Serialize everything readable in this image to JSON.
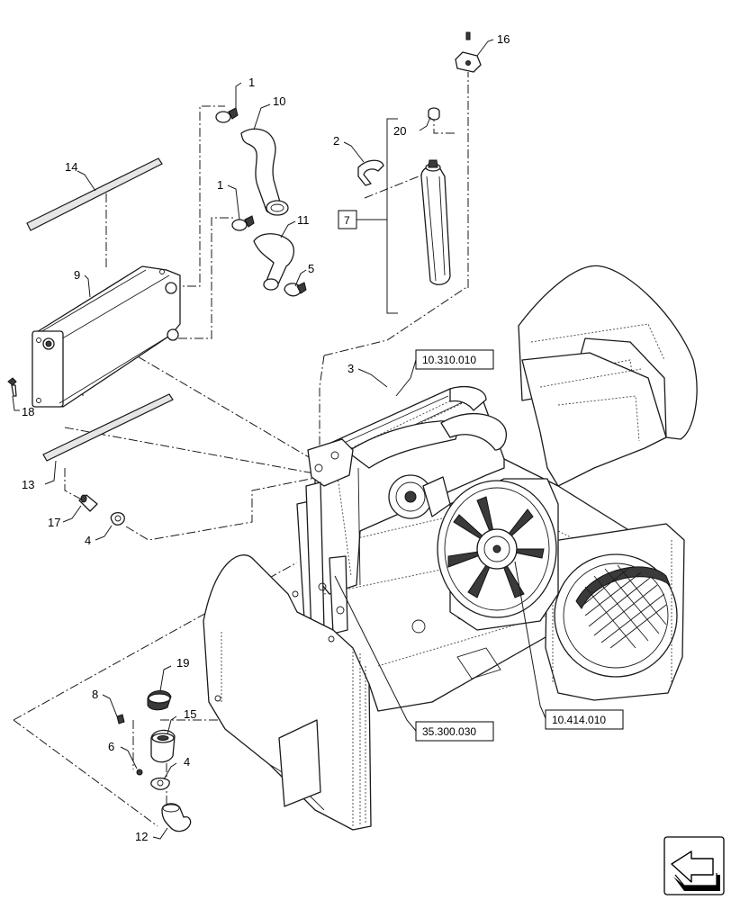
{
  "callouts": {
    "c1a": "1",
    "c1b": "1",
    "c2": "2",
    "c3": "3",
    "c4a": "4",
    "c4b": "4",
    "c5": "5",
    "c6": "6",
    "c8": "8",
    "c9": "9",
    "c10": "10",
    "c11": "11",
    "c12": "12",
    "c13": "13",
    "c14": "14",
    "c15": "15",
    "c16": "16",
    "c17": "17",
    "c18": "18",
    "c19": "19",
    "c20": "20"
  },
  "refs": {
    "kit": "7",
    "ref_radiator": "10.310.010",
    "ref_frame": "35.300.030",
    "ref_fan": "10.414.010"
  },
  "nav_icon": "forward-arrow-icon"
}
